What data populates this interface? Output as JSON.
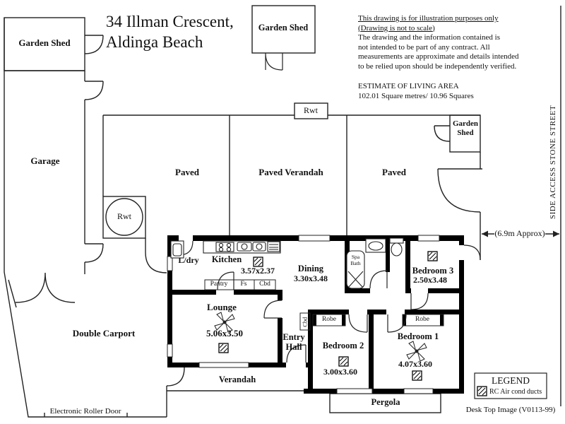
{
  "title": {
    "line1": "34 Illman Crescent,",
    "line2": "Aldinga Beach"
  },
  "notice": {
    "underlined1": "This drawing is for illustration purposes only",
    "underlined2": "(Drawing is not to scale)",
    "body1": "The drawing and the information contained is",
    "body2": "not intended to be part of any contract.  All",
    "body3": "measurements are approximate and details intended",
    "body4": "to be relied upon should be independently verified.",
    "estimate_heading": "ESTIMATE OF LIVING AREA",
    "estimate_value": "102.01  Square metres/ 10.96 Squares"
  },
  "boundary": {
    "street_label": "SIDE ACCESS STONE STREET",
    "side_width": "(6.9m Approx)",
    "roller_door": "Electronic Roller Door"
  },
  "sheds": {
    "top_left": "Garden Shed",
    "top_middle": "Garden Shed",
    "side_line1": "Garden",
    "side_line2": "Shed"
  },
  "outdoor": {
    "garage": "Garage",
    "double_carport": "Double Carport",
    "paved_left": "Paved",
    "paved_verandah": "Paved Verandah",
    "paved_right": "Paved",
    "verandah": "Verandah",
    "pergola": "Pergola",
    "rwt_tank_top": "Rwt",
    "rwt_tank_side": "Rwt"
  },
  "rooms": {
    "laundry": {
      "name": "L/dry"
    },
    "kitchen": {
      "name": "Kitchen",
      "size": "3.57x2.37"
    },
    "dining": {
      "name": "Dining",
      "size": "3.30x3.48"
    },
    "lounge": {
      "name": "Lounge",
      "size": "5.06x3.50"
    },
    "entry": {
      "name_line1": "Entry",
      "name_line2": "Hall"
    },
    "bedroom1": {
      "name": "Bedroom 1",
      "size": "4.07x3.60"
    },
    "bedroom2": {
      "name": "Bedroom 2",
      "size": "3.00x3.60"
    },
    "bedroom3": {
      "name": "Bedroom 3",
      "size": "2.50x3.48"
    },
    "spa_bath": {
      "line1": "Spa",
      "line2": "Bath"
    }
  },
  "fittings": {
    "pantry": "Pantry",
    "fs": "Fs",
    "cbd": "Cbd",
    "cbd_entry": "Cbd",
    "robe_bedroom2": "Robe",
    "robe_bedroom1": "Robe"
  },
  "legend": {
    "title": "LEGEND",
    "duct_label": "RC Air cond ducts"
  },
  "credit": "Desk Top Image  (V0113-99)",
  "colors": {
    "wall": "#000000",
    "line": "#222222",
    "text": "#111111",
    "background": "#ffffff"
  }
}
